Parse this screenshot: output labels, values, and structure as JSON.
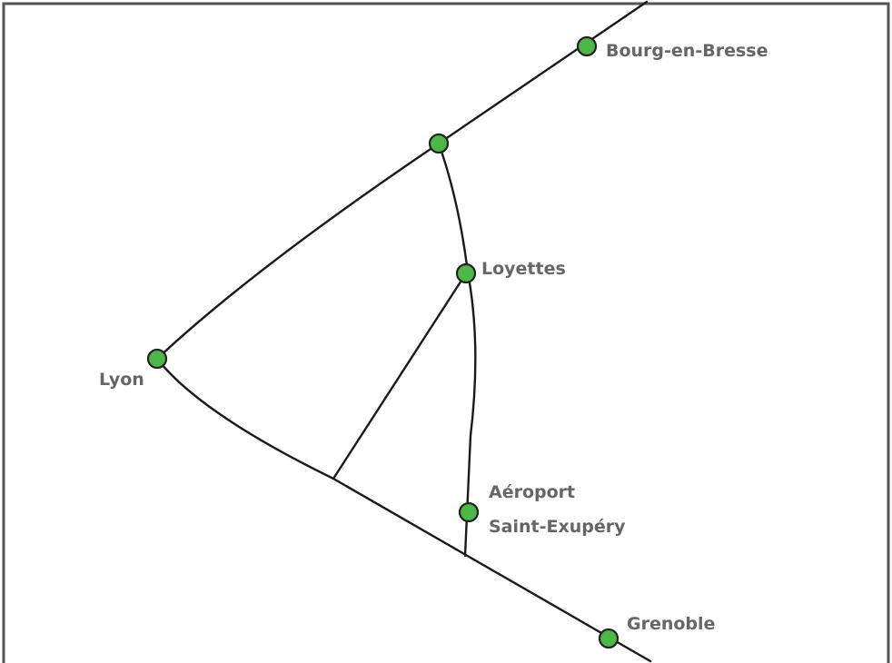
{
  "map": {
    "colors": {
      "station_fill": "#4db848",
      "station_outline": "#222222",
      "track": "#1a1a1a",
      "label": "#666666",
      "frame": "#555555"
    },
    "stations": {
      "bourg": {
        "name": "Bourg-en-Bresse"
      },
      "junction": {
        "name": ""
      },
      "loyettes": {
        "name": "Loyettes"
      },
      "lyon": {
        "name": "Lyon"
      },
      "airport": {
        "line1": "Aéroport",
        "line2": "Saint-Exupéry"
      },
      "grenoble": {
        "name": "Grenoble"
      }
    }
  }
}
